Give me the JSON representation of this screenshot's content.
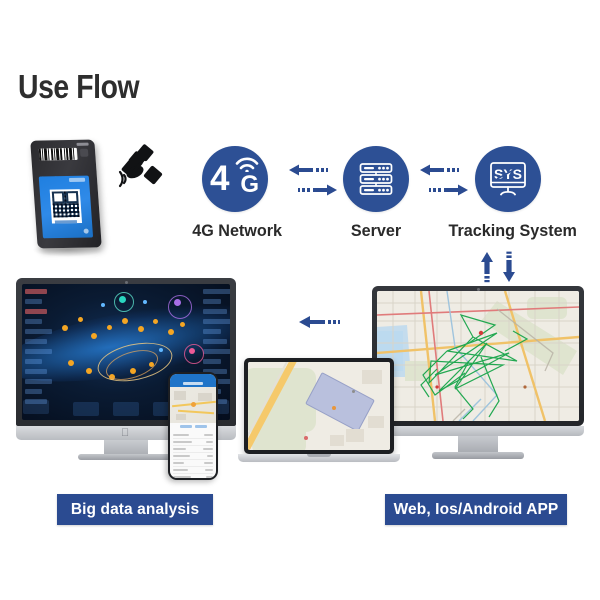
{
  "page": {
    "title": "Use Flow",
    "background_color": "#ffffff",
    "accent_color": "#2d5095",
    "tag_color": "#2b4b91"
  },
  "flow": {
    "source": {
      "name": "handheld-barcode-qr-terminal",
      "icon": "handheld-device-icon",
      "satellite_icon": "satellite-icon"
    },
    "nodes": [
      {
        "id": "network",
        "label": "4G Network",
        "icon": "4g-wifi-icon",
        "glyph_main": "4",
        "glyph_sub": "G"
      },
      {
        "id": "server",
        "label": "Server",
        "icon": "server-rack-icon"
      },
      {
        "id": "tracking",
        "label": "Tracking System",
        "icon": "sys-monitor-icon",
        "glyph": "SYS"
      }
    ],
    "connectors": [
      {
        "name": "network-server-arrows",
        "direction": "bidirectional",
        "style": "dashed-arrow"
      },
      {
        "name": "server-tracking-arrows",
        "direction": "bidirectional",
        "style": "dashed-arrow"
      },
      {
        "name": "tracking-clients-arrows",
        "direction": "bidirectional-vertical",
        "style": "dashed-arrow"
      },
      {
        "name": "clients-bigdata-arrow",
        "direction": "left",
        "style": "dashed-arrow"
      }
    ]
  },
  "devices": {
    "desktop_left": {
      "name": "imac-big-data-dashboard",
      "screen": "dark analytics dashboard"
    },
    "phone": {
      "name": "smartphone-app",
      "screen": "map and detail list"
    },
    "laptop": {
      "name": "laptop-map-view",
      "screen": "street map"
    },
    "monitor_right": {
      "name": "monitor-tracking-map",
      "screen": "street map with GPS tracks"
    }
  },
  "tags": [
    {
      "id": "big-data",
      "label": "Big data analysis"
    },
    {
      "id": "apps",
      "label": "Web, Ios/Android APP"
    }
  ]
}
